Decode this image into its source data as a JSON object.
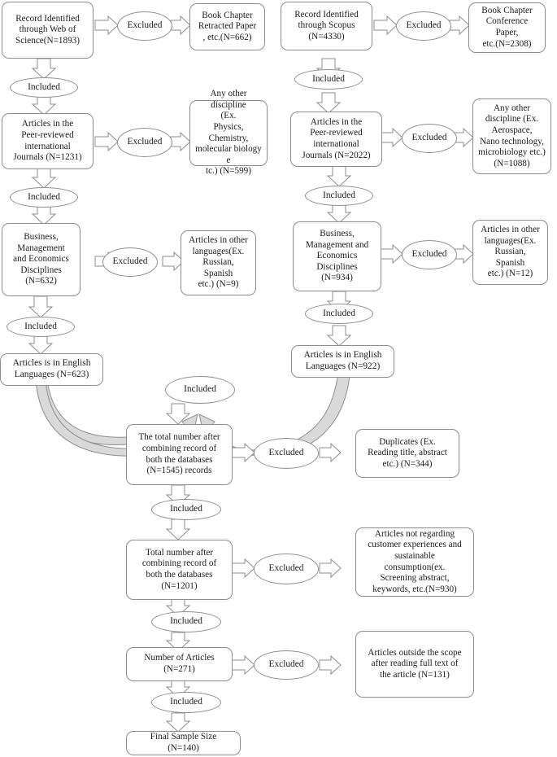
{
  "diagram": {
    "type": "prisma-flowchart",
    "title": "Study selection flow diagram",
    "label_included": "Included",
    "label_excluded": "Excluded",
    "nodes": {
      "wos_records": {
        "text": "Record Identified\nthrough  Web of\nScience(N=1893)",
        "n": 1893
      },
      "wos_excl1": {
        "text": "Book Chapter\nRetracted  Paper\n, etc.(N=662)",
        "n": 662
      },
      "wos_journals": {
        "text": "Articles in the\nPeer-reviewed\ninternational\nJournals  (N=1231)",
        "n": 1231
      },
      "wos_excl2": {
        "text": "Any other discipline\n(Ex.\nPhysics,  Chemistry,\nmolecular  biology e\ntc.) (N=599)",
        "n": 599
      },
      "wos_business": {
        "text": "Business,\nManagement\nand Economics\nDisciplines\n(N=632)",
        "n": 632
      },
      "wos_excl3": {
        "text": "Articles in other\nlanguages(Ex.\nRussian,\nSpanish\netc.) (N=9)",
        "n": 9
      },
      "wos_english": {
        "text": "Articles is in English\nLanguages   (N=623)",
        "n": 623
      },
      "scopus_records": {
        "text": "Record Identified\nthrough  Scopus\n(N=4330)",
        "n": 4330
      },
      "scopus_excl1": {
        "text": "Book Chapter\nConference\nPaper,\netc.(N=2308)",
        "n": 2308
      },
      "scopus_journals": {
        "text": "Articles in the\nPeer-reviewed\ninternational\nJournals  (N=2022)",
        "n": 2022
      },
      "scopus_excl2": {
        "text": "Any other\ndiscipline (Ex.\nAerospace,\nNano technology,\nmicrobiology etc.)\n(N=1088)",
        "n": 1088
      },
      "scopus_business": {
        "text": "Business,\nManagement  and\nEconomics\nDisciplines\n(N=934)",
        "n": 934
      },
      "scopus_excl3": {
        "text": "Articles in other\nlanguages(Ex.\nRussian,\nSpanish\netc.) (N=12)",
        "n": 12
      },
      "scopus_english": {
        "text": "Articles is in English\nLanguages   (N=922)",
        "n": 922
      },
      "combined_1545": {
        "text": "The total number   after\ncombining  record of\nboth the databases\n(N=1545) records",
        "n": 1545
      },
      "excl_duplicates": {
        "text": "Duplicates (Ex.\nReading title, abstract\netc.) (N=344)",
        "n": 344
      },
      "combined_1201": {
        "text": "Total number   after\ncombining  record of\nboth the  databases\n(N=1201)",
        "n": 1201
      },
      "excl_scope": {
        "text": "Articles not regarding\ncustomer experiences and\nsustainable\nconsumption(ex.\nScreening  abstract,\nkeywords, etc.(N=930)",
        "n": 930
      },
      "articles_271": {
        "text": "Number  of Articles\n(N=271)",
        "n": 271
      },
      "excl_fulltext": {
        "text": "Articles outside the scope\nafter reading full text of\nthe article (N=131)",
        "n": 131
      },
      "final_sample": {
        "text": "Final Sample Size\n(N=140)",
        "n": 140
      }
    },
    "colors": {
      "stroke": "#8d8d8d",
      "text": "#1b1b1b",
      "curve_fill": "#d9d9d9",
      "background": "#ffffff"
    }
  }
}
